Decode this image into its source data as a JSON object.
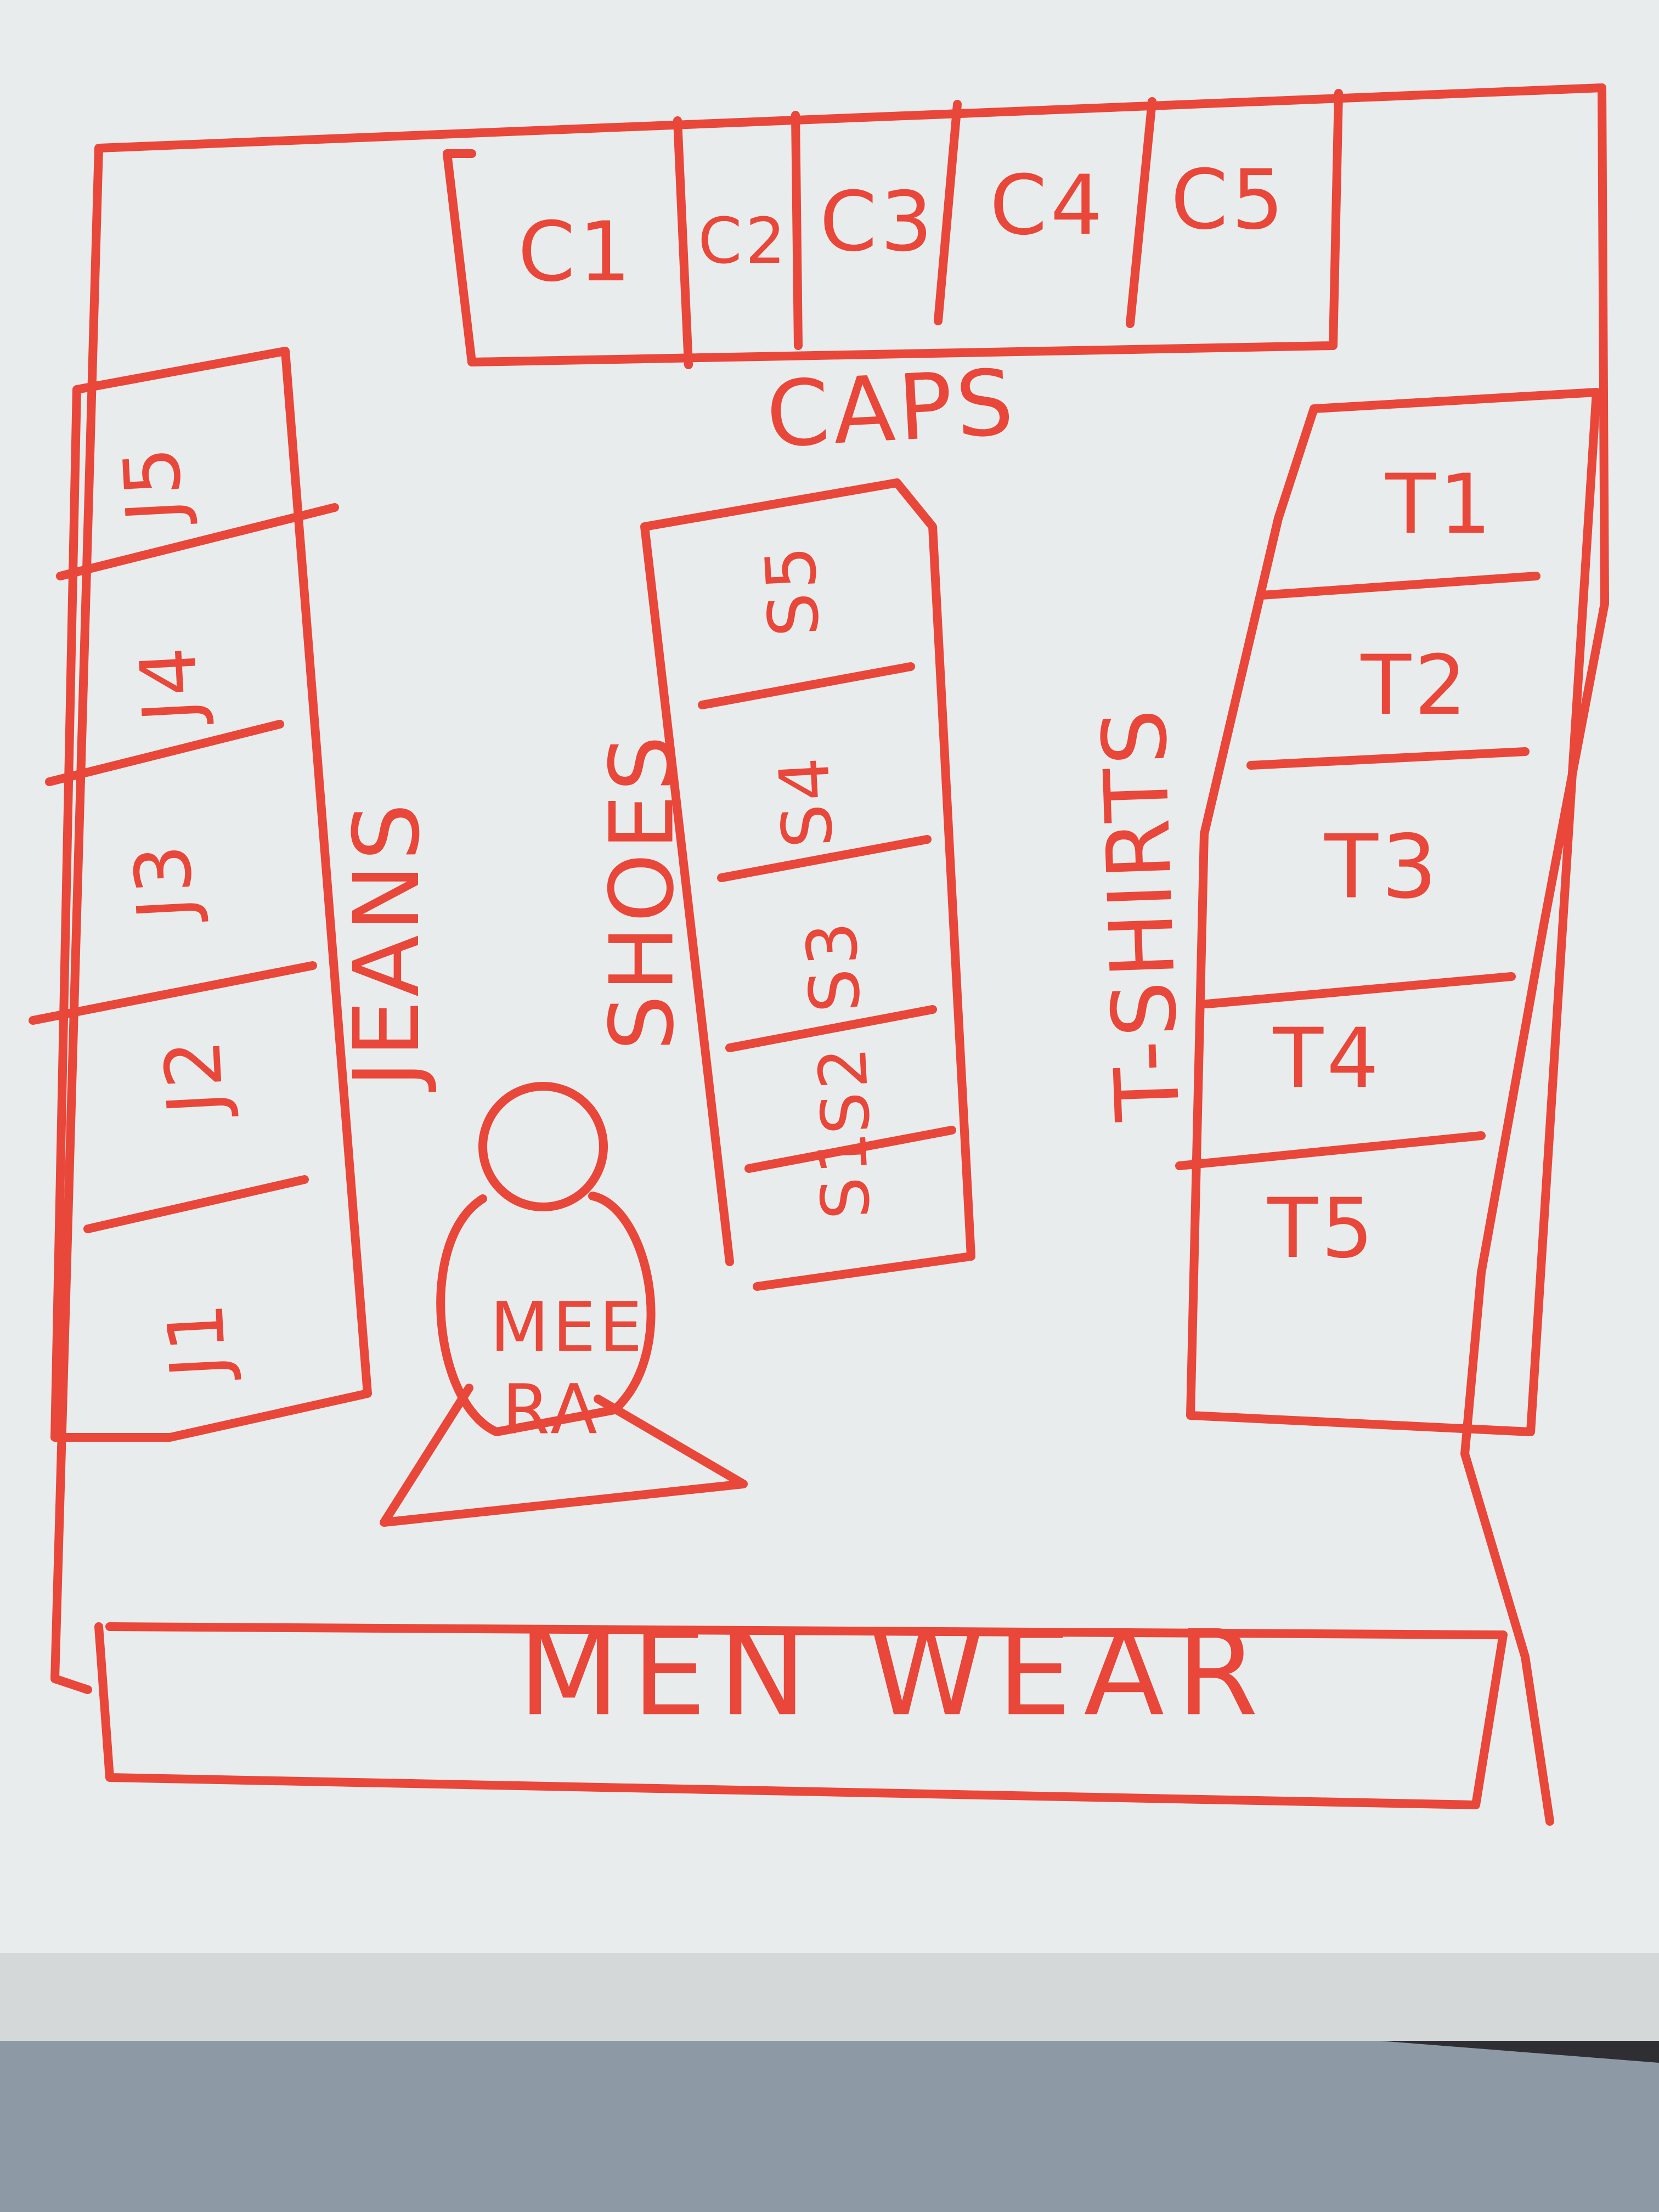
{
  "colors": {
    "marker": "#e8473a",
    "board": "#e9ecec",
    "board_edge": "#d4d8d8",
    "surround": "#2f2f33",
    "fabric": "#8d9aa6"
  },
  "caps": {
    "heading": "CAPS",
    "slots": [
      "C1",
      "C2",
      "C3",
      "C4",
      "C5"
    ]
  },
  "jeans": {
    "heading": "JEANS",
    "slots": [
      "J5",
      "J4",
      "J3",
      "J2",
      "J1"
    ]
  },
  "shoes": {
    "heading": "SHOES",
    "slots": [
      "S5",
      "S4",
      "S3",
      "S2",
      "S1"
    ]
  },
  "tshirts": {
    "heading": "T-SHIRTS",
    "slots": [
      "T1",
      "T2",
      "T3",
      "T4",
      "T5"
    ]
  },
  "figure": {
    "name_line1": "MEE",
    "name_line2": "RA"
  },
  "men_wear": {
    "label": "MEN WEAR"
  }
}
